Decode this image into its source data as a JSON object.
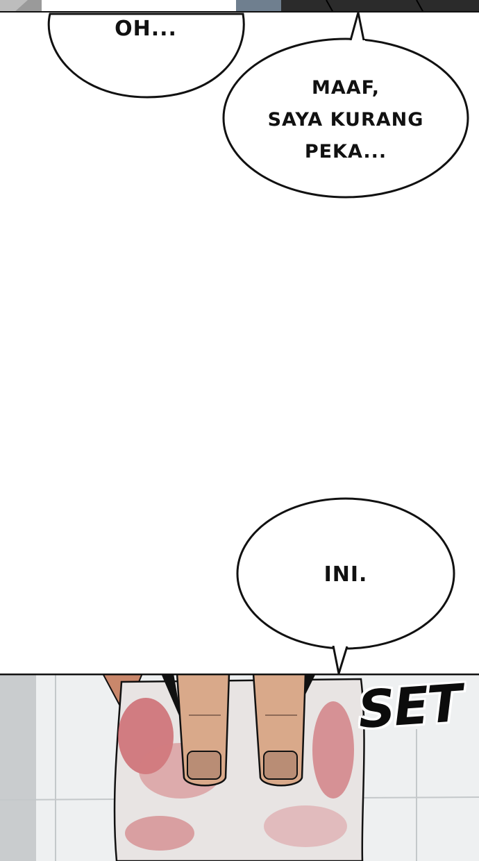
{
  "panels": {
    "top": {
      "bubble_left": "OH...",
      "bubble_right_lines": [
        "MAAF,",
        "SAYA KURANG",
        "PEKA..."
      ]
    },
    "middle": {
      "bubble": "INI."
    },
    "bottom": {
      "sound_effect": "SET"
    }
  },
  "colors": {
    "ink": "#111111",
    "paper": "#ffffff",
    "tile": "#eef0f1",
    "skin": "#d9a98a",
    "blood": "#c9545a"
  }
}
